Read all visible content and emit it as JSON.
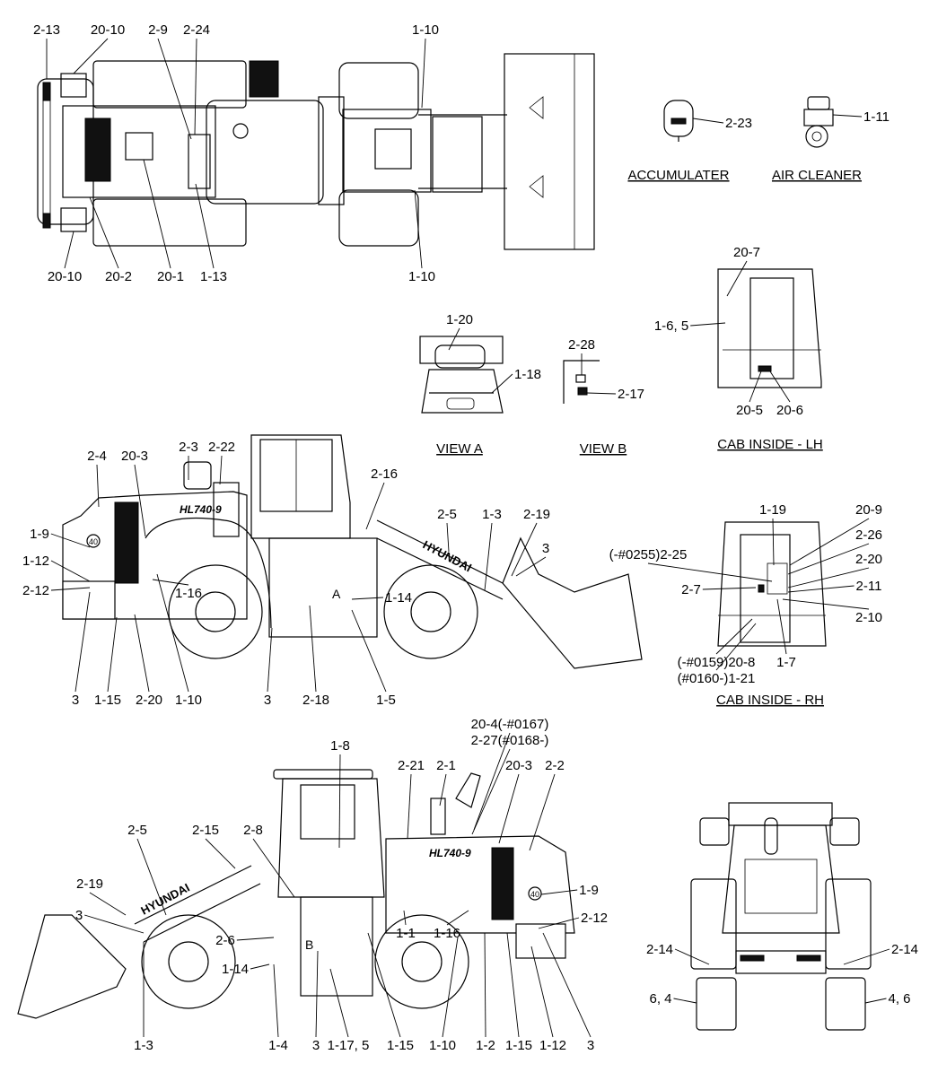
{
  "titles": {
    "accumulator": "ACCUMULATER",
    "air_cleaner": "AIR CLEANER",
    "view_a": "VIEW A",
    "view_b": "VIEW B",
    "cab_lh": "CAB INSIDE - LH",
    "cab_rh": "CAB INSIDE - RH"
  },
  "machine_text": {
    "model": "HL740-9",
    "brand": "HYUNDAI",
    "badge": "40",
    "marker_a": "A",
    "marker_b": "B"
  },
  "labels": {
    "top": [
      "2-13",
      "20-10",
      "2-9",
      "2-24",
      "1-10",
      "20-10",
      "20-2",
      "20-1",
      "1-13",
      "1-10"
    ],
    "accumulator": [
      "2-23"
    ],
    "air_cleaner": [
      "1-11"
    ],
    "cab_lh": [
      "20-7",
      "1-6, 5",
      "20-5",
      "20-6"
    ],
    "view_a": [
      "1-20",
      "1-18"
    ],
    "view_b": [
      "2-28",
      "2-17"
    ],
    "left_side": [
      "2-4",
      "20-3",
      "2-3",
      "2-22",
      "2-16",
      "2-5",
      "1-3",
      "2-19",
      "3",
      "1-9",
      "1-12",
      "2-12",
      "1-16",
      "1-14",
      "3",
      "1-15",
      "2-20",
      "1-10",
      "3",
      "2-18",
      "1-5"
    ],
    "cab_rh": [
      "1-19",
      "20-9",
      "2-26",
      "(-#0255)2-25",
      "2-20",
      "2-7",
      "2-11",
      "2-10",
      "(-#0159)20-8",
      "1-7",
      "(#0160-)1-21"
    ],
    "right_side": [
      "20-4(-#0167)",
      "2-27(#0168-)",
      "1-8",
      "2-21",
      "2-1",
      "20-3",
      "2-2",
      "2-5",
      "2-15",
      "2-8",
      "2-19",
      "3",
      "1-9",
      "2-12",
      "1-1",
      "1-16",
      "2-6",
      "1-14",
      "1-3",
      "1-4",
      "3",
      "1-17, 5",
      "1-15",
      "1-10",
      "1-2",
      "1-15",
      "1-12",
      "3"
    ],
    "rear_view": [
      "2-14",
      "2-14",
      "6, 4",
      "4, 6"
    ]
  }
}
